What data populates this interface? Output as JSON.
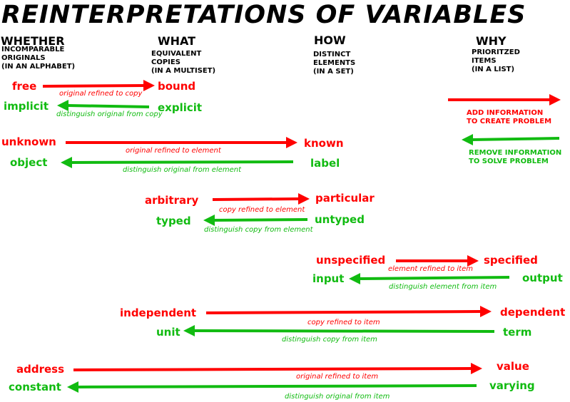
{
  "title": "REINTERPRETATIONS  OF  VARIABLES",
  "columns": [
    {
      "head": "WHETHER",
      "sub": [
        "INCOMPARABLE",
        "ORIGINALS",
        "(IN AN ALPHABET)"
      ]
    },
    {
      "head": "WHAT",
      "sub": [
        "EQUIVALENT",
        "COPIES",
        "(IN A MULTISET)"
      ]
    },
    {
      "head": "HOW",
      "sub": [
        "DISTINCT",
        "ELEMENTS",
        "(IN A SET)"
      ]
    },
    {
      "head": "WHY",
      "sub": [
        "PRIORITZED",
        "ITEMS",
        "(IN A LIST)"
      ]
    }
  ],
  "legend": {
    "add": [
      "ADD INFORMATION",
      "TO CREATE PROBLEM"
    ],
    "remove": [
      "REMOVE INFORMATION",
      "TO SOLVE PROBLEM"
    ]
  },
  "pairs": [
    {
      "red_left": "free",
      "red_right": "bound",
      "red_caption": "original refined to copy",
      "green_left": "implicit",
      "green_right": "explicit",
      "green_caption": "distinguish original from copy"
    },
    {
      "red_left": "unknown",
      "red_right": "known",
      "red_caption": "original refined to element",
      "green_left": "object",
      "green_right": "label",
      "green_caption": "distinguish original from element"
    },
    {
      "red_left": "arbitrary",
      "red_right": "particular",
      "red_caption": "copy refined to element",
      "green_left": "typed",
      "green_right": "untyped",
      "green_caption": "distinguish copy from element"
    },
    {
      "red_left": "unspecified",
      "red_right": "specified",
      "red_caption": "element refined to item",
      "green_left": "input",
      "green_right": "output",
      "green_caption": "distinguish element from item"
    },
    {
      "red_left": "independent",
      "red_right": "dependent",
      "red_caption": "copy refined to item",
      "green_left": "unit",
      "green_right": "term",
      "green_caption": "distinguish copy from item"
    },
    {
      "red_left": "address",
      "red_right": "value",
      "red_caption": "original refined to item",
      "green_left": "constant",
      "green_right": "varying",
      "green_caption": "distinguish original from item"
    }
  ],
  "colors": {
    "red": "#ff0000",
    "green": "#11bb11"
  }
}
